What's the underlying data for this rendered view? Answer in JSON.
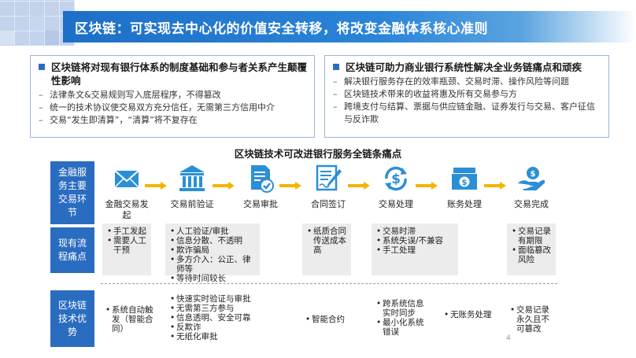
{
  "header": {
    "title": "区块链：可实现去中心化的价值安全转移，将改变金融体系核心准则"
  },
  "left_box": {
    "title": "区块链将对现有银行体系的制度基础和参与者关系产生颠覆性影响",
    "items": [
      "法律条文&交易规则写入底层程序，不得篡改",
      "统一的技术协议使交易双方充分信任，无需第三方信用中介",
      "交易“发生即清算”，“清算”将不复存在"
    ]
  },
  "right_box": {
    "title": "区块链可助力商业银行系统性解决全业务链痛点和顽疾",
    "items": [
      "解决银行服务存在的效率瓶颈、交易时滞、操作风险等问题",
      "区块链技术带来的收益将惠及所有交易参与方",
      "跨境支付与结算、票据与供应链金融、证券发行与交易、客户征信与反诈欺"
    ]
  },
  "section": {
    "title": "区块链技术可改进银行服务全链条痛点"
  },
  "row_labels": {
    "process": "金融服务主要交易环节",
    "pain": "现有流程痛点",
    "advantage": "区块链技术优势"
  },
  "steps": [
    {
      "label": "金融交易发起",
      "icon": "envelope-icon"
    },
    {
      "label": "交易前验证",
      "icon": "bank-icon"
    },
    {
      "label": "交易审批",
      "icon": "document-check-icon"
    },
    {
      "label": "合同签订",
      "icon": "contract-sign-icon"
    },
    {
      "label": "交易处理",
      "icon": "dollar-cycle-icon"
    },
    {
      "label": "账务处理",
      "icon": "cash-bill-icon"
    },
    {
      "label": "交易完成",
      "icon": "hand-coin-icon"
    }
  ],
  "pain_points": {
    "initiate": [
      "手工发起",
      "需要人工干预"
    ],
    "verify": [
      "人工验证/审批",
      "信息分散、不透明",
      "欺诈骗局",
      "多方介入：公正、律师等",
      "等待时间较长"
    ],
    "contract": [
      "纸质合同传送成本高"
    ],
    "process": [
      "交易时滞",
      "系统失误/不兼容",
      "手工处理"
    ],
    "complete": [
      "交易记录有期限",
      "面临篡改风险"
    ]
  },
  "advantages": {
    "initiate": [
      "系统自动触发（智能合同）"
    ],
    "verify": [
      "快速实时验证与审批",
      "无需第三方参与",
      "信息透明、安全可靠",
      "反欺诈",
      "无纸化审批"
    ],
    "contract": [
      "智能合约"
    ],
    "process": [
      "跨系统信息实时同步",
      "最小化系统错误"
    ],
    "accounting": [
      "无账务处理"
    ],
    "complete": [
      "交易记录永久且不可篡改"
    ]
  },
  "page_number": "4",
  "colors": {
    "accent_blue": "#2a6cc0",
    "arrow_orange": "#f4b400",
    "icon_blue": "#2b8fd6"
  }
}
